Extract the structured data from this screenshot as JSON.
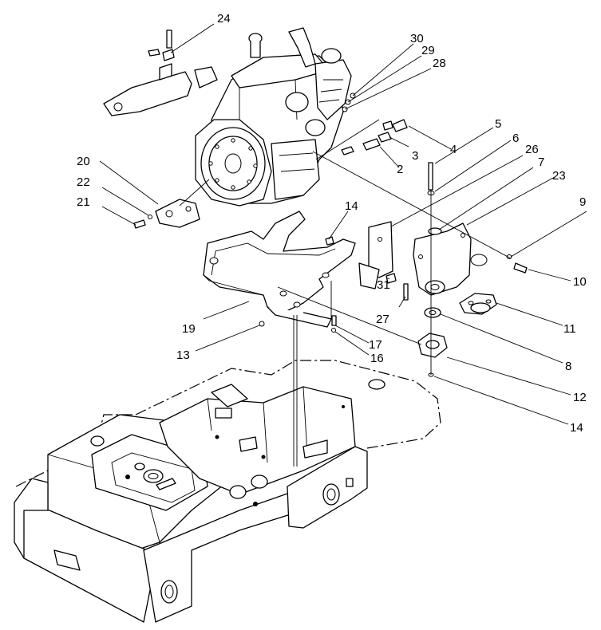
{
  "callouts": [
    {
      "id": "c24",
      "text": "24"
    },
    {
      "id": "c30",
      "text": "30"
    },
    {
      "id": "c29",
      "text": "29"
    },
    {
      "id": "c28",
      "text": "28"
    },
    {
      "id": "c5",
      "text": "5"
    },
    {
      "id": "c4",
      "text": "4"
    },
    {
      "id": "c3",
      "text": "3"
    },
    {
      "id": "c2",
      "text": "2"
    },
    {
      "id": "c6",
      "text": "6"
    },
    {
      "id": "c26",
      "text": "26"
    },
    {
      "id": "c7",
      "text": "7"
    },
    {
      "id": "c23",
      "text": "23"
    },
    {
      "id": "c9",
      "text": "9"
    },
    {
      "id": "c20",
      "text": "20"
    },
    {
      "id": "c22",
      "text": "22"
    },
    {
      "id": "c21",
      "text": "21"
    },
    {
      "id": "c14a",
      "text": "14"
    },
    {
      "id": "c10",
      "text": "10"
    },
    {
      "id": "c31",
      "text": "31"
    },
    {
      "id": "c27",
      "text": "27"
    },
    {
      "id": "c11",
      "text": "11"
    },
    {
      "id": "c19",
      "text": "19"
    },
    {
      "id": "c17",
      "text": "17"
    },
    {
      "id": "c16",
      "text": "16"
    },
    {
      "id": "c13",
      "text": "13"
    },
    {
      "id": "c8",
      "text": "8"
    },
    {
      "id": "c12",
      "text": "12"
    },
    {
      "id": "c14b",
      "text": "14"
    }
  ]
}
